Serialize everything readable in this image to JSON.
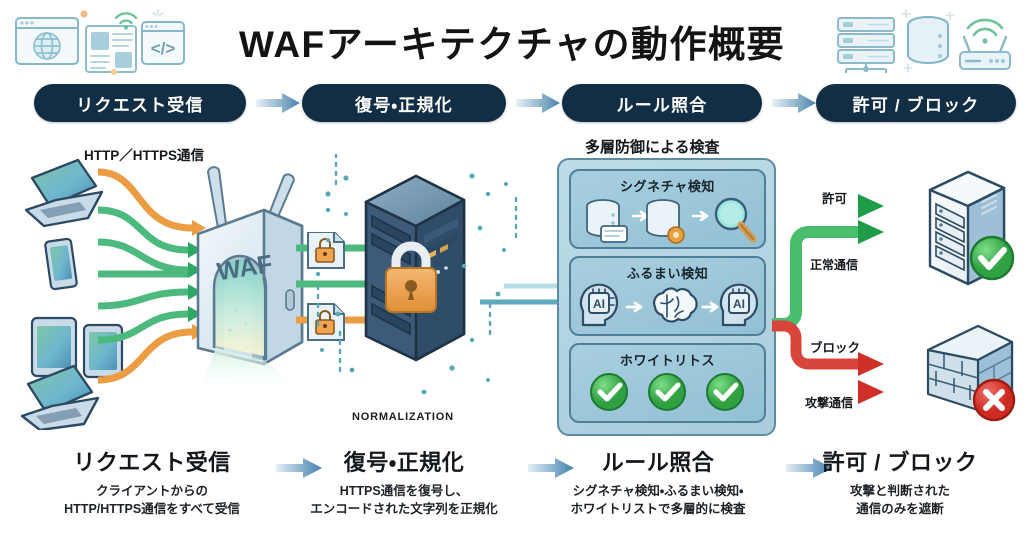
{
  "header": {
    "title": "WAFアーキテクチャの動作概要",
    "left_icons": [
      "browser-globe-icon",
      "document-article-icon",
      "code-window-icon",
      "wifi-icon"
    ],
    "right_icons": [
      "server-stack-icon",
      "database-icon",
      "wifi-router-icon"
    ]
  },
  "steps_pills": [
    {
      "label": "リクエスト受信"
    },
    {
      "label": "復号・正規化"
    },
    {
      "label": "ルール照合"
    },
    {
      "label": "許可 / ブロック"
    }
  ],
  "diagram": {
    "client_label": "HTTP／HTTPS通信",
    "waf_label": "WAF",
    "normalization_label": "NORMALIZATION",
    "panel_title": "多層防御による検査",
    "panel_layers": [
      {
        "title": "シグネチャ検知",
        "icons": [
          "database-icon",
          "arrow-right-icon",
          "database-gear-icon",
          "arrow-right-icon",
          "magnifier-icon"
        ]
      },
      {
        "title": "ふるまい検知",
        "icons": [
          "ai-head-icon",
          "arrow-right-icon",
          "brain-icon",
          "arrow-right-icon",
          "ai-head-icon"
        ]
      },
      {
        "title": "ホワイトリトス",
        "icons": [
          "check-circle-icon",
          "check-circle-icon",
          "check-circle-icon"
        ]
      }
    ],
    "outcome_labels": {
      "allow": "許可",
      "normal_traffic": "正常通信",
      "block": "ブロック",
      "attack_traffic": "攻撃通信"
    },
    "outcome_icons": {
      "allowed": "server-check-icon",
      "blocked": "brick-wall-cross-icon"
    }
  },
  "footer_steps": [
    {
      "heading": "リクエスト受信",
      "desc_line1": "クライアントからの",
      "desc_line2": "HTTP/HTTPS通信をすべて受信"
    },
    {
      "heading": "復号・正規化",
      "desc_line1": "HTTPS通信を復号し、",
      "desc_line2": "エンコードされた文字列を正規化"
    },
    {
      "heading": "ルール照合",
      "desc_line1": "シグネチャ検知・ふるまい検知・",
      "desc_line2": "ホワイトリストで多層的に検査"
    },
    {
      "heading": "許可 / ブロック",
      "desc_line1": "攻撃と判断された",
      "desc_line2": "通信のみを遮断"
    }
  ],
  "colors": {
    "pill_bg": "#122e45",
    "allow_green": "#22a14b",
    "block_red": "#d8342c",
    "orange": "#ed9a3c",
    "panel_blue": "#a8cfdf",
    "arrow_blue": "#3f7fae",
    "teal": "#5aa9bb"
  }
}
